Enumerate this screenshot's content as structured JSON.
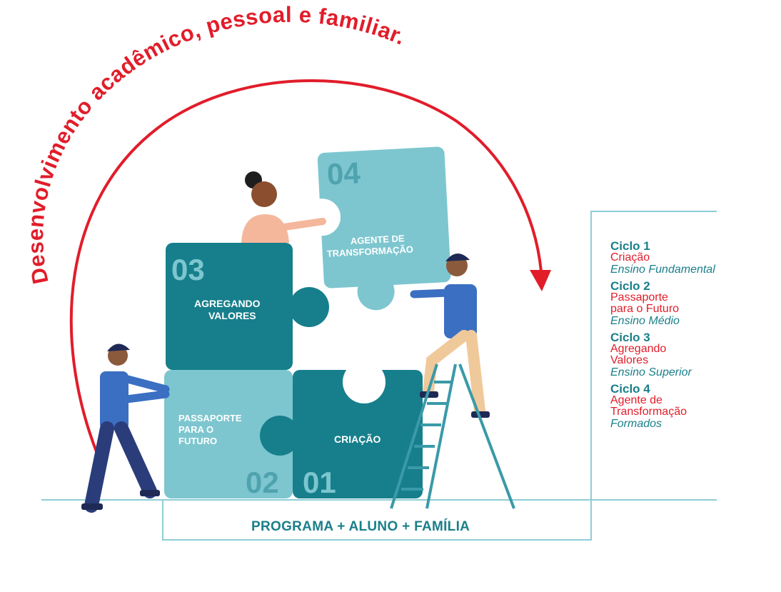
{
  "arc_text": "Desenvolvimento acadêmico, pessoal e familiar.",
  "pieces": {
    "p01": {
      "number": "01",
      "label": "CRIAÇÃO"
    },
    "p02": {
      "number": "02",
      "label_lines": [
        "PASSAPORTE",
        "PARA O",
        "FUTURO"
      ]
    },
    "p03": {
      "number": "03",
      "label_lines": [
        "AGREGANDO",
        "VALORES"
      ]
    },
    "p04": {
      "number": "04",
      "label_lines": [
        "AGENTE DE",
        "TRANSFORMAÇÃO"
      ]
    }
  },
  "legend": [
    {
      "title": "Ciclo 1",
      "name_lines": [
        "Criação"
      ],
      "level": "Ensino Fundamental"
    },
    {
      "title": "Ciclo 2",
      "name_lines": [
        "Passaporte",
        "para o Futuro"
      ],
      "level": "Ensino Médio"
    },
    {
      "title": "Ciclo 3",
      "name_lines": [
        "Agregando",
        "Valores"
      ],
      "level": "Ensino Superior"
    },
    {
      "title": "Ciclo 4",
      "name_lines": [
        "Agente de",
        "Transformação"
      ],
      "level": "Formados"
    }
  ],
  "footer": "PROGRAMA + ALUNO + FAMÍLIA",
  "colors": {
    "red": "#e11d2a",
    "teal_dark": "#177f8c",
    "teal_light": "#7dc6cf",
    "teal_text": "#1a7f8a",
    "line": "#8ecdd5"
  }
}
